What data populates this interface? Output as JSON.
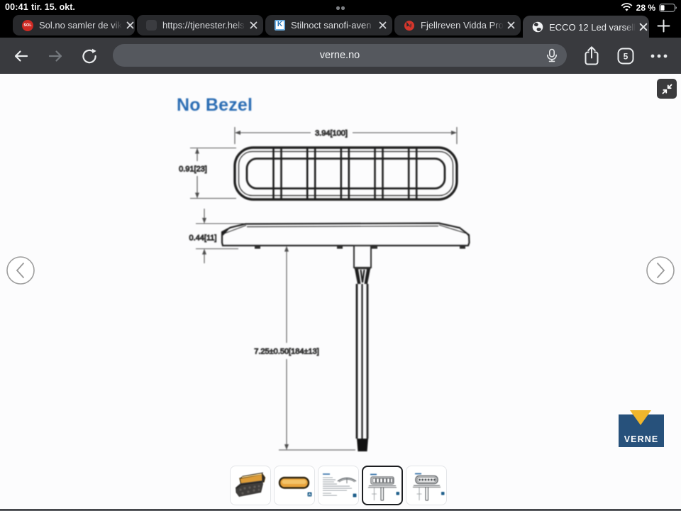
{
  "status_bar": {
    "time": "00:41",
    "date": "tir. 15. okt.",
    "battery_percent": "28 %"
  },
  "tab_bar": {
    "tabs": [
      {
        "label": "Sol.no samler de vik",
        "favicon": "sol-logo",
        "favicon_text": "SOL",
        "active": false
      },
      {
        "label": "https://tjenester.hels",
        "favicon": "generic-page",
        "active": false
      },
      {
        "label": "Stilnoct sanofi-aven",
        "favicon": "felleskatalogen-k",
        "favicon_text": "K",
        "active": false
      },
      {
        "label": "Fjellreven Vidda Pro",
        "favicon": "fjallraven-fox",
        "active": false
      },
      {
        "label": "ECCO 12 Led varsell",
        "favicon": "globe",
        "active": true
      }
    ]
  },
  "toolbar": {
    "url": "verne.no",
    "tab_count": "5"
  },
  "content": {
    "title": "No Bezel",
    "dimensions": {
      "width": "3.94[100]",
      "height": "0.91[23]",
      "profile_height": "0.44[11]",
      "cable_length": "7.25±0.50[184±13]"
    },
    "brand_logo": "VERNE",
    "thumbnails": [
      {
        "name": "photo-angled-view",
        "selected": false
      },
      {
        "name": "photo-front-view",
        "selected": false
      },
      {
        "name": "drawing-mount-bracket-spec",
        "selected": false
      },
      {
        "name": "drawing-front-view-no-bezel",
        "selected": true
      },
      {
        "name": "drawing-front-view-dots",
        "selected": false
      }
    ]
  },
  "colors": {
    "chrome_bg": "#000000",
    "inactive_tab": "#28292c",
    "active_tab": "#393a3e",
    "omnibox": "#55585e",
    "title_blue": "#2a6cb3",
    "verne_navy": "#27517b",
    "verne_gold": "#f0b62c",
    "amber_lens": "#e8a43c"
  }
}
